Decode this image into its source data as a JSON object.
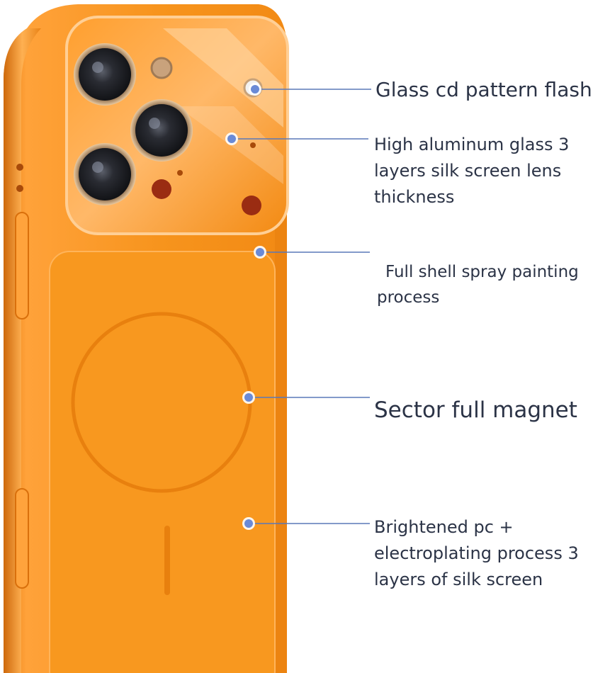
{
  "colors": {
    "case_orange": "#f7941d",
    "case_light": "#ffb055",
    "case_dark": "#d9700c",
    "pointer_line": "#5a78b8",
    "pointer_dot": "#6a8ad6",
    "label_text": "#2b3346"
  },
  "callouts": [
    {
      "lines": [
        "Glass cd pattern flash"
      ]
    },
    {
      "lines": [
        "High aluminum glass 3",
        "layers silk screen lens",
        "thickness"
      ]
    },
    {
      "lines": [
        "Full shell spray painting",
        "process"
      ]
    },
    {
      "lines": [
        "Sector full magnet"
      ]
    },
    {
      "lines": [
        "Brightened pc +",
        "electroplating process 3",
        "layers of silk screen"
      ]
    }
  ]
}
